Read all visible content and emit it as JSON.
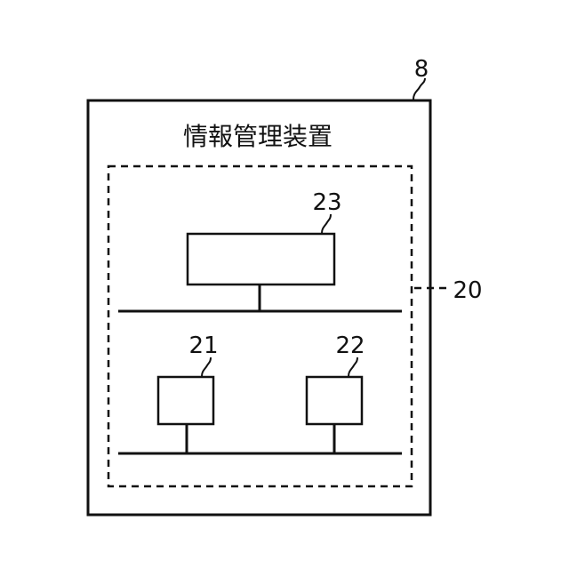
{
  "device": {
    "title": "情報管理装置",
    "ref": "8"
  },
  "dashed_region": {
    "ref": "20"
  },
  "components": {
    "upper_block": {
      "ref": "23"
    },
    "lower_left_block": {
      "ref": "21"
    },
    "lower_right_block": {
      "ref": "22"
    }
  }
}
